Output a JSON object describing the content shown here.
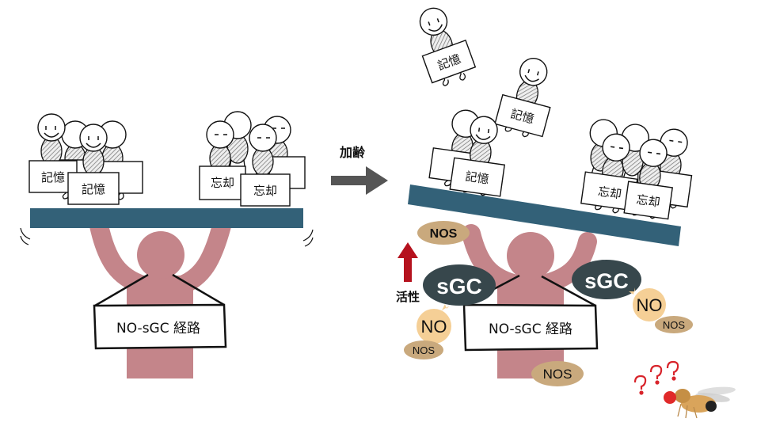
{
  "title": "Aging shifts the memory/forgetting balance via NO-sGC pathway",
  "colors": {
    "beam": "#336178",
    "body": "#c4858a",
    "sgc": "#37474c",
    "no": "#f5cf96",
    "nos": "#c9a97d",
    "arrow_gray": "#555555",
    "arrow_red": "#b5121e",
    "question": "#d8242b"
  },
  "left_panel": {
    "memory_sign": "記憶",
    "forget_sign": "忘却",
    "pathway_sign": "NO-sGC 経路"
  },
  "transition": {
    "label": "加齢"
  },
  "right_panel": {
    "memory_sign": "記憶",
    "forget_sign": "忘却",
    "pathway_sign": "NO-sGC 経路",
    "activation_label": "活性",
    "sgc_label": "sGC",
    "no_label": "NO",
    "nos_label": "NOS"
  }
}
